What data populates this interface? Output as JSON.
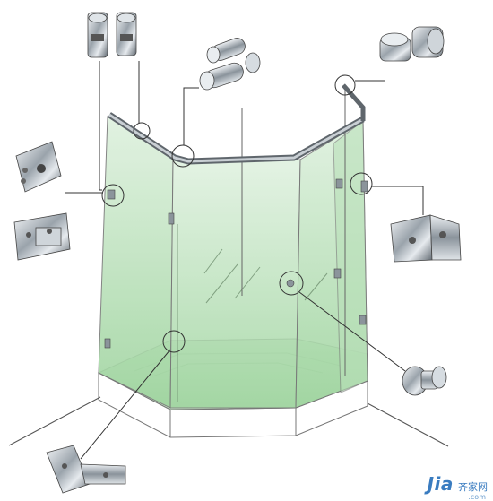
{
  "diagram": {
    "subject": "shower-enclosure-hardware",
    "parts": [
      "pipe-clamp-connector",
      "elbow-tube-connector",
      "pipe-end-fitting",
      "glass-clip-square",
      "glass-hinge-plate",
      "glass-clip-angled",
      "door-knob",
      "hinge-bottom"
    ]
  },
  "watermark": {
    "logo": "Jia",
    "cn": "齐家网",
    "sub": ".com"
  }
}
